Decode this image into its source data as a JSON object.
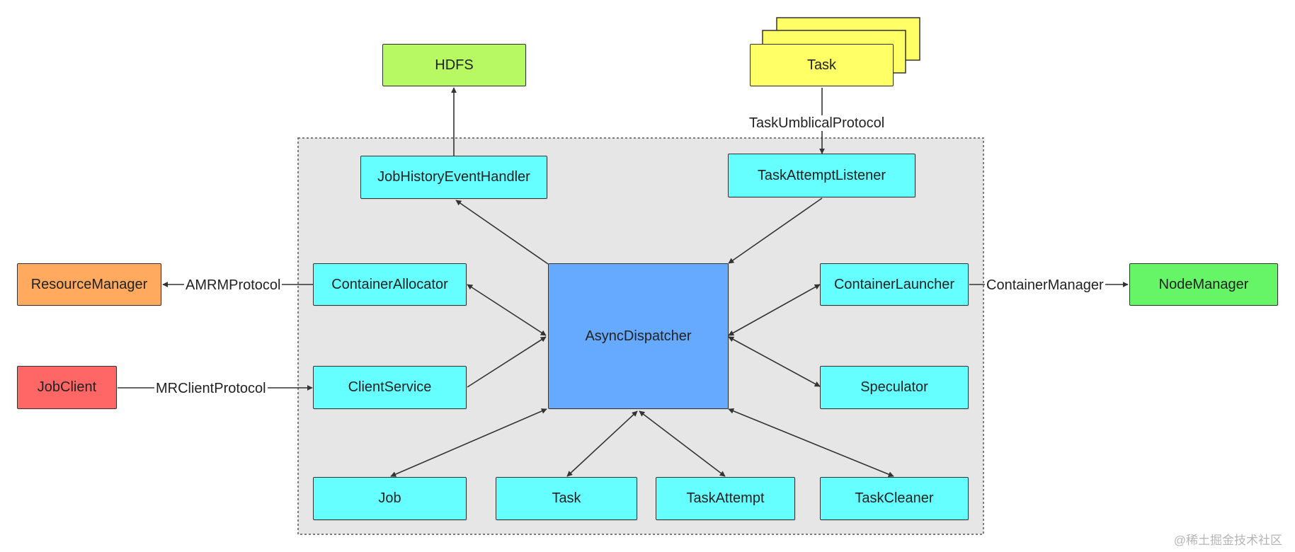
{
  "colors": {
    "hdfs": "#b6f962",
    "task_stack": "#ffff66",
    "component": "#66ffff",
    "dispatcher": "#66aaff",
    "resource_manager": "#ffaa5e",
    "job_client": "#ff6666",
    "node_manager": "#66f566",
    "boundary_fill": "#e6e6e6",
    "edge": "#333333"
  },
  "nodes": {
    "hdfs": "HDFS",
    "task_stack": "Task",
    "job_history_event_handler": "JobHistoryEventHandler",
    "task_attempt_listener": "TaskAttemptListener",
    "resource_manager": "ResourceManager",
    "container_allocator": "ContainerAllocator",
    "async_dispatcher": "AsyncDispatcher",
    "container_launcher": "ContainerLauncher",
    "node_manager": "NodeManager",
    "job_client": "JobClient",
    "client_service": "ClientService",
    "speculator": "Speculator",
    "job": "Job",
    "task": "Task",
    "task_attempt": "TaskAttempt",
    "task_cleaner": "TaskCleaner"
  },
  "edge_labels": {
    "task_umbilical": "TaskUmblicalProtocol",
    "amrm": "AMRMProtocol",
    "container_manager": "ContainerManager",
    "mr_client": "MRClientProtocol"
  },
  "watermark": "@稀土掘金技术社区"
}
